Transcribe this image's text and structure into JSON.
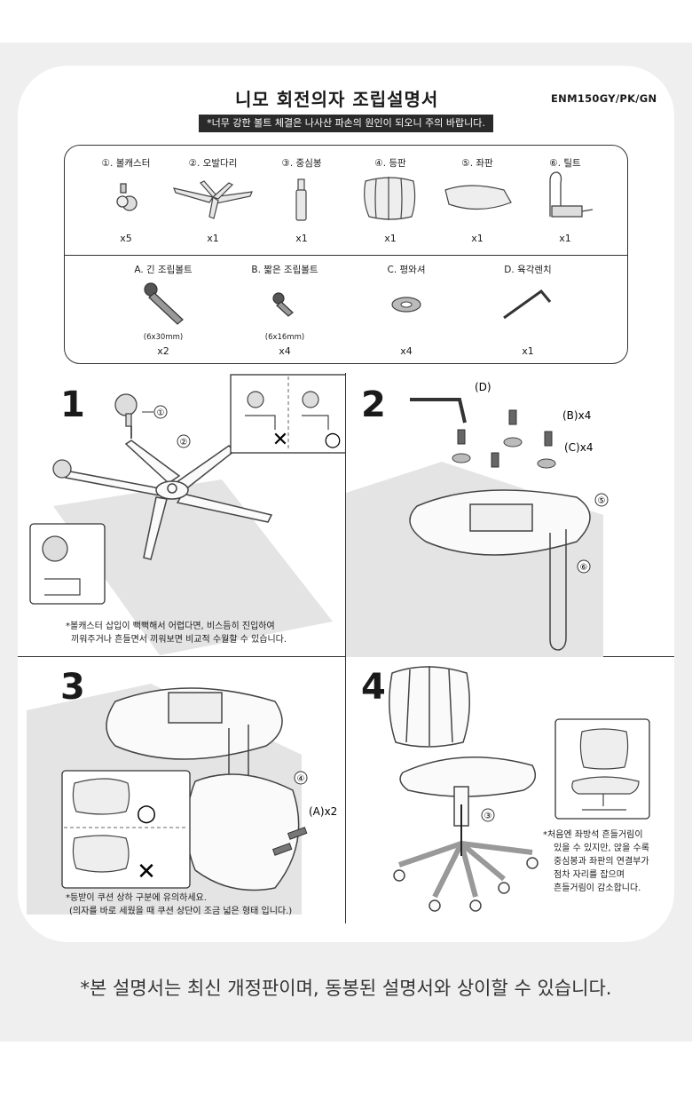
{
  "header": {
    "title": "니모 회전의자 조립설명서",
    "model": "ENM150GY/PK/GN",
    "warning": "*너무 강한 볼트 체결은 나사산 파손의 원인이 되오니 주의 바랍니다."
  },
  "parts": [
    {
      "label": "①. 볼캐스터",
      "qty": "x5",
      "icon": "caster-icon"
    },
    {
      "label": "②. 오발다리",
      "qty": "x1",
      "icon": "star-base-icon"
    },
    {
      "label": "③. 중심봉",
      "qty": "x1",
      "icon": "gas-cylinder-icon"
    },
    {
      "label": "④. 등판",
      "qty": "x1",
      "icon": "backrest-icon"
    },
    {
      "label": "⑤. 좌판",
      "qty": "x1",
      "icon": "seat-icon"
    },
    {
      "label": "⑥. 틸트",
      "qty": "x1",
      "icon": "tilt-mechanism-icon"
    }
  ],
  "hardware": [
    {
      "label": "A. 긴 조립볼트",
      "size": "(6x30mm)",
      "qty": "x2",
      "icon": "long-bolt-icon"
    },
    {
      "label": "B. 짧은 조립볼트",
      "size": "(6x16mm)",
      "qty": "x4",
      "icon": "short-bolt-icon"
    },
    {
      "label": "C. 평와셔",
      "size": "",
      "qty": "x4",
      "icon": "washer-icon"
    },
    {
      "label": "D. 육각렌치",
      "size": "",
      "qty": "x1",
      "icon": "hex-wrench-icon"
    }
  ],
  "steps": [
    {
      "number": "1",
      "callouts": [
        "①",
        "②"
      ],
      "marks": [
        "✕",
        "○"
      ],
      "note_lines": [
        "*볼캐스터 삽입이 뻑뻑해서 어렵다면, 비스듬히 진입하여",
        "끼워주거나 흔들면서 끼워보면 비교적 수월할 수 있습니다."
      ]
    },
    {
      "number": "2",
      "callouts": [
        "(D)",
        "(B)x4",
        "(C)x4",
        "⑤",
        "⑥"
      ]
    },
    {
      "number": "3",
      "callouts": [
        "④",
        "(A)x2"
      ],
      "marks": [
        "○",
        "✕"
      ],
      "note_lines": [
        "*등받이 쿠션 상하 구분에 유의하세요.",
        "(의자를 바로 세웠을 때 쿠션 상단이 조금 넓은 형태 입니다.)"
      ]
    },
    {
      "number": "4",
      "callouts": [
        "③"
      ],
      "note_lines": [
        "*처음엔 좌방석 흔들거림이",
        "있을 수 있지만, 앉을 수록",
        "중심봉과 좌판의 연결부가",
        "점차 자리를 잡으며",
        "흔들거림이 감소합니다."
      ]
    }
  ],
  "footer": "*본 설명서는 최신 개정판이며, 동봉된 설명서와 상이할 수 있습니다."
}
